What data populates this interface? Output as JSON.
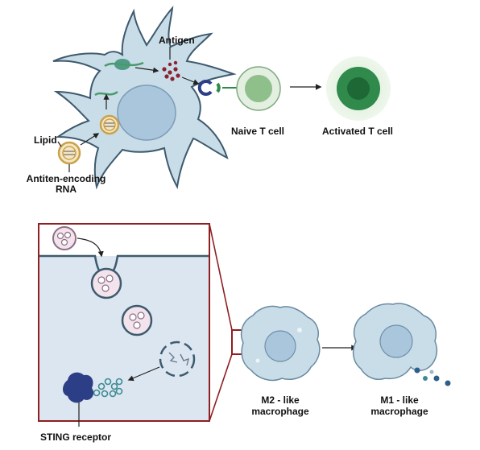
{
  "top_panel": {
    "antigen_label": "Antigen",
    "lipid_label": "Lipid",
    "rna_label_line1": "Antiten-encoding",
    "rna_label_line2": "RNA",
    "naive_label": "Naive T cell",
    "activated_label": "Activated T cell"
  },
  "bottom_panel": {
    "sting_label": "STING receptor",
    "m2_line1": "M2 - like",
    "m2_line2": "macrophage",
    "m1_line1": "M1 - like",
    "m1_line2": "macrophage"
  },
  "colors": {
    "cell_fill": "#c9dde8",
    "cell_stroke": "#3e5a6e",
    "nucleus": "#a9c6dc",
    "box_border": "#8e1f22",
    "green_cell": "#2f8a4c",
    "antigen_dot": "#8a2230",
    "sting": "#2c3f86",
    "teal_dots": "#3e8a94"
  }
}
